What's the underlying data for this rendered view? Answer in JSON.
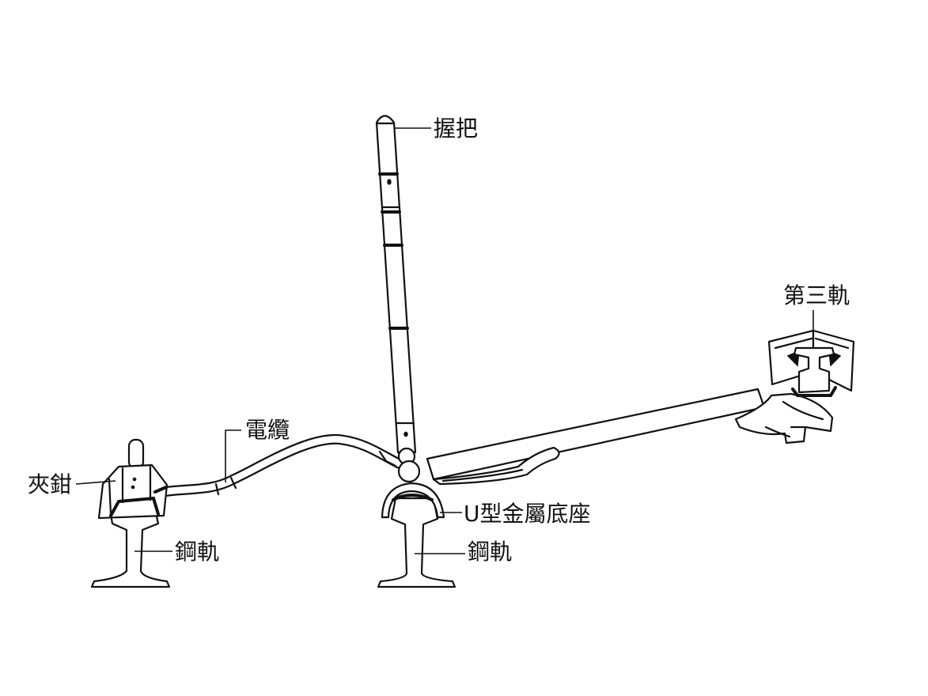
{
  "labels": {
    "handle": "握把",
    "third_rail": "第三軌",
    "cable": "電纜",
    "clamp": "夾鉗",
    "base": "U型金屬底座",
    "rail_left": "鋼軌",
    "rail_middle": "鋼軌"
  },
  "colors": {
    "line": "#111111",
    "background": "#ffffff"
  }
}
